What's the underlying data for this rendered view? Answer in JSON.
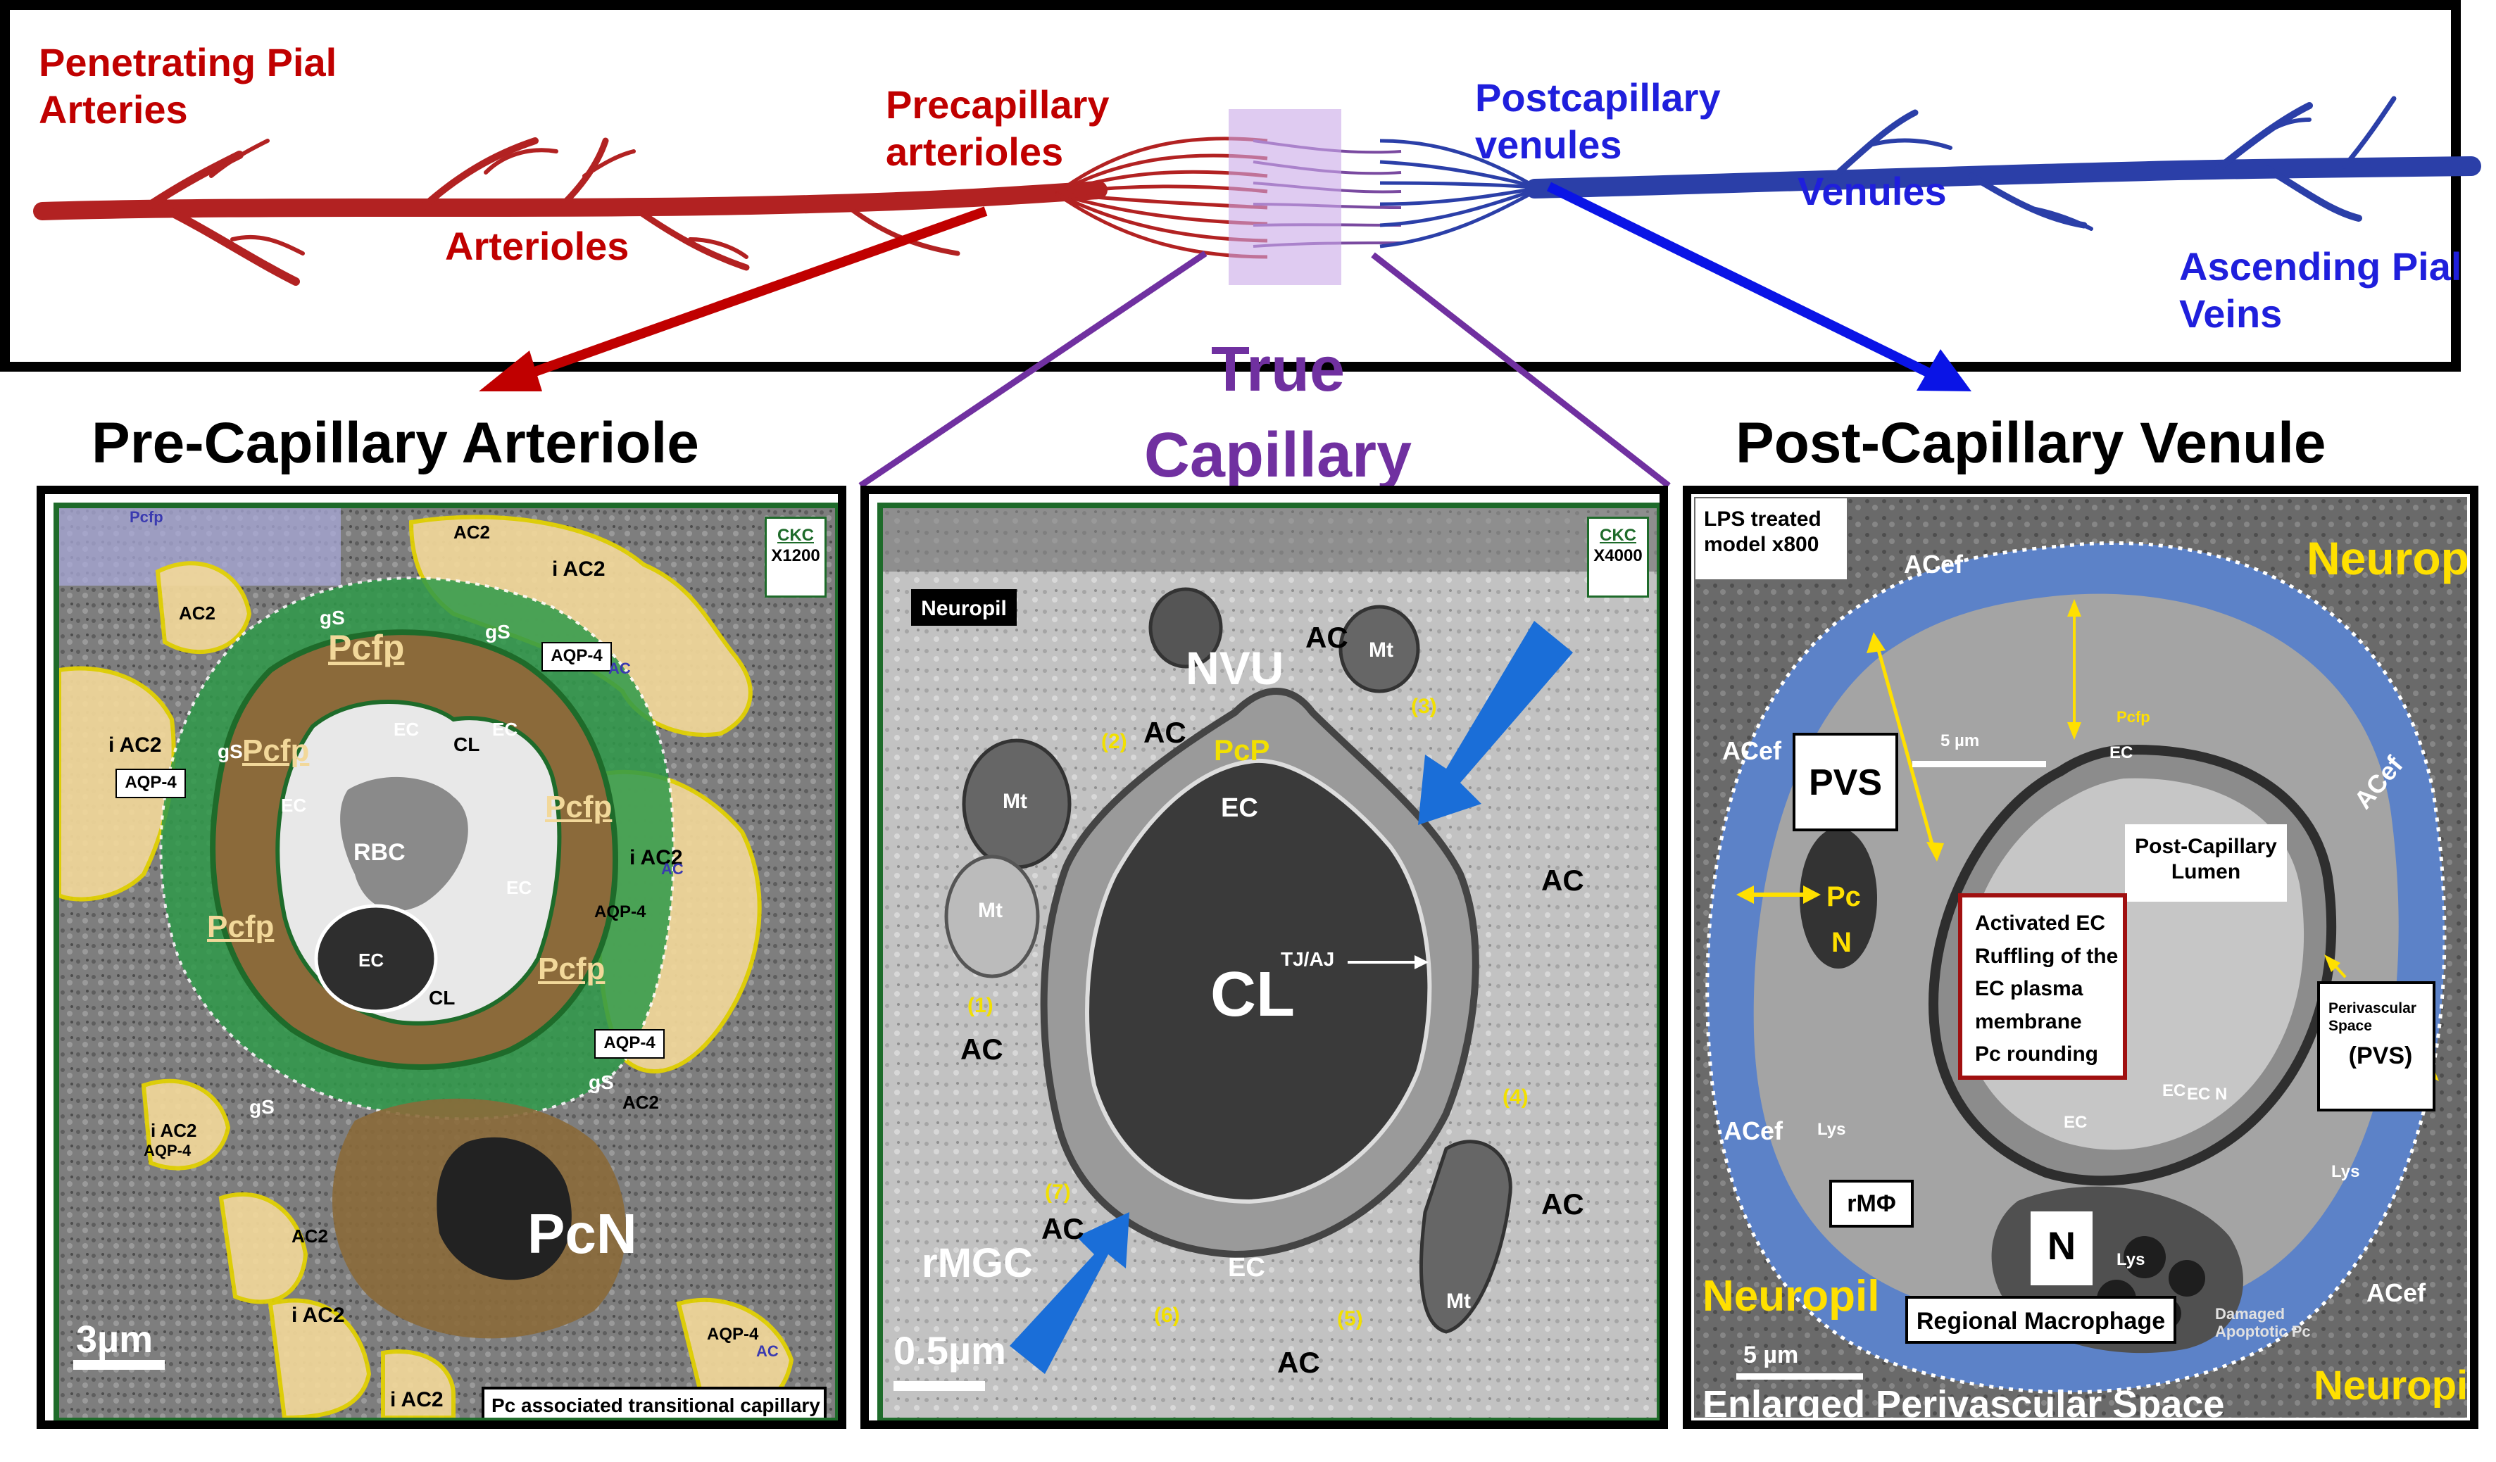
{
  "top": {
    "penetrating": [
      "Penetrating Pial",
      "Arteries"
    ],
    "arterioles": "Arterioles",
    "precapillary": [
      "Precapillary",
      "arterioles"
    ],
    "postcapillary": [
      "Postcapillary",
      "venules"
    ],
    "venules": "Venules",
    "ascending": [
      "Ascending Pial",
      "Veins"
    ],
    "true_capillary": [
      "True",
      "Capillary"
    ]
  },
  "panels": {
    "left_title": "Pre-Capillary Arteriole",
    "right_title": "Post-Capillary Venule"
  },
  "left": {
    "ckc": [
      "CKC",
      "X1200"
    ],
    "scale": "3µm",
    "caption": "Pc associated transitional capillary g",
    "labels": {
      "pcfp1": "Pcfp",
      "pcfp2": "Pcfp",
      "pcfp3": "Pcfp",
      "pcfp4": "Pcfp",
      "pcfp5": "Pcfp",
      "pcfp6": "Pcfp",
      "rbc": "RBC",
      "cl1": "CL",
      "cl2": "CL",
      "ec1": "EC",
      "ec2": "EC",
      "ec3": "EC",
      "ec4": "EC",
      "ec5": "EC",
      "pcn": "PcN",
      "iac2_1": "i AC2",
      "iac2_2": "i AC2",
      "iac2_3": "i AC2",
      "iac2_4": "i AC2",
      "iac2_5": "i AC2",
      "iac2_6": "i AC2",
      "ac2_1": "AC2",
      "ac2_2": "AC2",
      "ac2_3": "AC2",
      "ac2_4": "AC2",
      "aqp4_1": "AQP-4",
      "aqp4_2": "AQP-4",
      "aqp4_3": "AQP-4",
      "aqp4_4": "AQP-4",
      "aqp4_5": "AQP-4",
      "aqp4_6": "AQP-4",
      "gs1": "gS",
      "gs2": "gS",
      "gs3": "gS",
      "gs4": "gS",
      "gs5": "gS",
      "ac_a": "AC",
      "ac_b": "AC",
      "ac_c": "AC"
    }
  },
  "center": {
    "ckc": [
      "CKC",
      "X4000"
    ],
    "neuropil": "Neuropil",
    "nvu": "NVU",
    "pcp": "PcP",
    "cl": "CL",
    "tjaj": "TJ/AJ",
    "rmgc": "rMGC",
    "scale": "0.5µm",
    "labels": {
      "ec_top": "EC",
      "ec_bot": "EC",
      "mt1": "Mt",
      "mt2": "Mt",
      "mt3": "Mt",
      "mt4": "Mt",
      "ac1": "AC",
      "ac2": "AC",
      "ac3": "AC",
      "ac4": "AC",
      "ac5": "AC",
      "ac6": "AC",
      "ac7": "AC",
      "n1": "(1)",
      "n2": "(2)",
      "n3": "(3)",
      "n4": "(4)",
      "n5": "(5)",
      "n6": "(6)",
      "n7": "(7)"
    }
  },
  "right": {
    "lps": [
      "LPS treated",
      "model x800"
    ],
    "neuropil_tr": "Neuropil",
    "neuropil_bl": "Neuropil",
    "neuropil_br": "Neuropil",
    "pvs": "PVS",
    "postcap": [
      "Post-Capillary",
      "Lumen"
    ],
    "activated": [
      "Activated EC",
      "Ruffling of the",
      "EC plasma",
      "membrane",
      "Pc rounding"
    ],
    "perivascular": [
      "Perivascular",
      "Space",
      "(PVS)"
    ],
    "rmphi": "rMΦ",
    "n": "N",
    "regional": "Regional Macrophage",
    "damaged": [
      "Damaged",
      "Apoptotic Pc"
    ],
    "enlarged": "Enlarged Perivascular Space",
    "scale_top": "5 µm",
    "scale_bot": "5 µm",
    "labels": {
      "acef1": "ACef",
      "acef2": "ACef",
      "acef3": "ACef",
      "acef4": "ACef",
      "acef5": "ACef",
      "pc": "Pc",
      "pcn": "N",
      "pcfp": "Pcfp",
      "ec1": "EC",
      "ec2": "EC",
      "ec3": "EC",
      "ecn": "EC N",
      "lys1": "Lys",
      "lys2": "Lys",
      "lys3": "Lys"
    }
  },
  "colors": {
    "artery": "#b22222",
    "vein": "#2b3fa8",
    "capillary_box": "#c9a8e8",
    "purple_line": "#7030a0",
    "red_arrow": "#c00000",
    "blue_arrow": "#0a14e6",
    "green_frame": "#1e6b2a",
    "astro_yellow": "#f2d89a",
    "green_sheath": "#2f9a4a",
    "pericyte_brown": "#8b6a3a",
    "pvs_blue": "#5c82c8"
  }
}
